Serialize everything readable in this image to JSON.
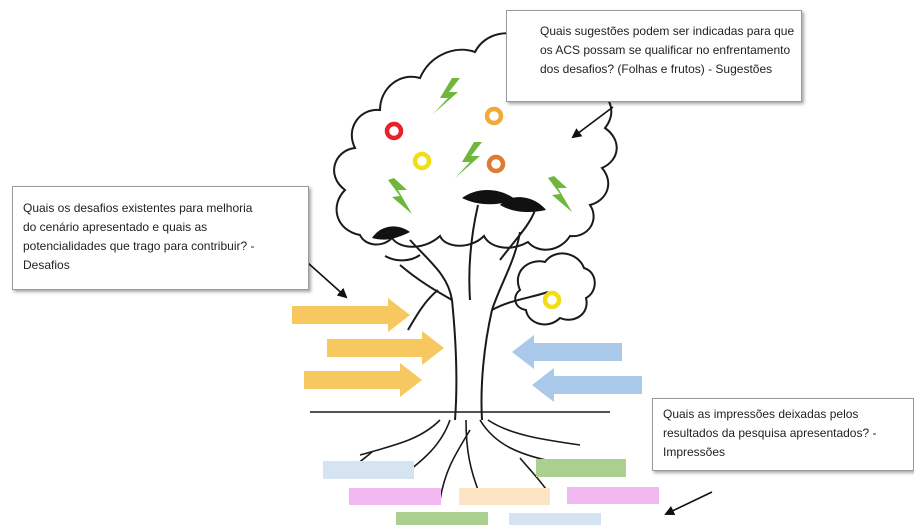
{
  "callouts": {
    "suggestions": {
      "lines": [
        "Quais sugestões podem ser indicadas para que",
        "os ACS possam se qualificar no enfrentamento",
        "dos desafios? (Folhas e frutos) - Sugestões"
      ]
    },
    "challenges": {
      "lines": [
        "Quais os desafios existentes para melhoria",
        "do cenário apresentado e quais as",
        "potencialidades que trago para contribuir? -",
        "Desafios"
      ]
    },
    "impressions": {
      "lines": [
        "Quais as impressões deixadas pelos",
        "resultados da pesquisa apresentados? -",
        "Impressões"
      ]
    }
  },
  "colors": {
    "yellow_arrow": "#f7c860",
    "blue_arrow": "#a9c8ea",
    "leaf_green": "#6eb63c",
    "fruit_red": "#e8202a",
    "fruit_yellow": "#f2de17",
    "fruit_orange_light": "#f0a93a",
    "fruit_orange": "#e07a32",
    "root_light_blue": "#d6e4f2",
    "root_green": "#a9d08e",
    "root_pink": "#f4b8f0",
    "root_peach": "#fbe3c3"
  },
  "icons": {
    "leaf": "lightning-leaf-icon",
    "fruit": "ring-fruit-icon",
    "arrow": "block-arrow-icon"
  }
}
